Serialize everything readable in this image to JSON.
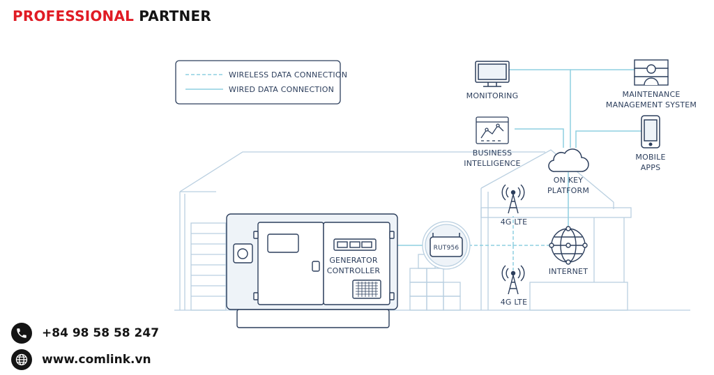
{
  "brand": {
    "accent": "PROFESSIONAL",
    "rest": "PARTNER",
    "accent_color": "#e01b24"
  },
  "legend": {
    "wireless": "WIRELESS DATA CONNECTION",
    "wired": "WIRED DATA CONNECTION"
  },
  "nodes": {
    "monitoring": "MONITORING",
    "maintenance_1": "MAINTENANCE",
    "maintenance_2": "MANAGEMENT SYSTEM",
    "bi_1": "BUSINESS",
    "bi_2": "INTELLIGENCE",
    "mobile_1": "MOBILE",
    "mobile_2": "APPS",
    "platform_1": "ON KEY",
    "platform_2": "PLATFORM",
    "lte_top": "4G LTE",
    "lte_bottom": "4G LTE",
    "internet": "INTERNET",
    "router": "RUT956",
    "generator_1": "GENERATOR",
    "generator_2": "CONTROLLER"
  },
  "contact": {
    "phone": "+84 98 58 58 247",
    "website": "www.comlink.vn"
  },
  "colors": {
    "line": "#b9cfe0",
    "wired": "#8ecfe0",
    "ink": "#2c3e5c",
    "fill": "#eef3f8"
  },
  "icons": {
    "phone": "phone-icon",
    "globe": "globe-icon"
  }
}
